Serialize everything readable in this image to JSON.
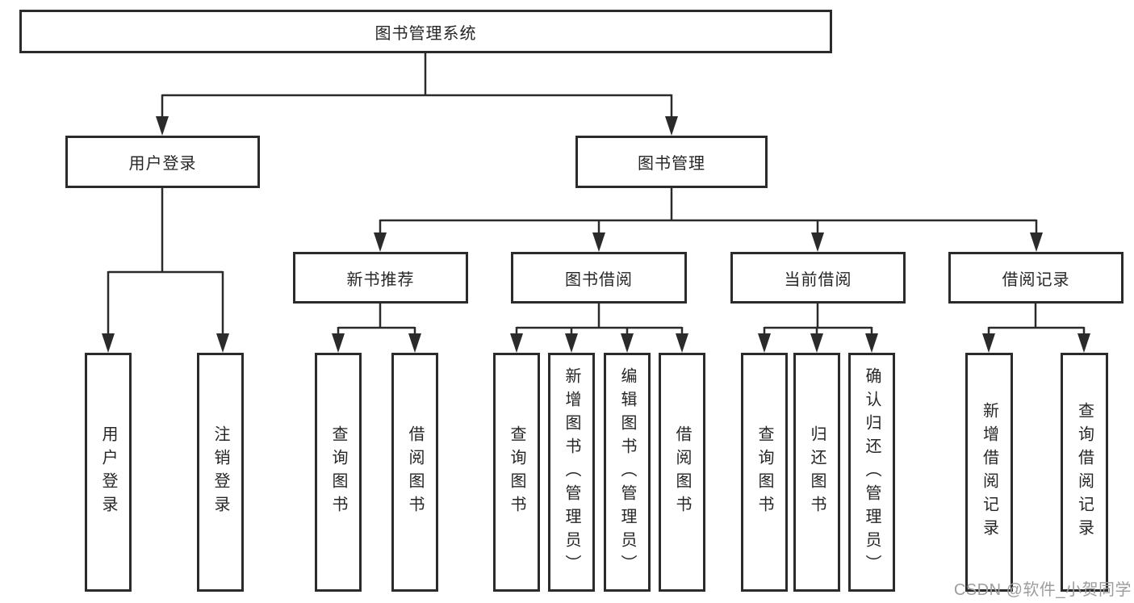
{
  "diagram": {
    "type": "tree",
    "title": "图书管理系统",
    "colors": {
      "background": "#ffffff",
      "line": "#2b2b2b",
      "box_border": "#2b2b2b",
      "text": "#262626",
      "watermark": "#9d9d9d"
    },
    "root": {
      "label": "图书管理系统"
    },
    "level2": [
      {
        "label": "用户登录"
      },
      {
        "label": "图书管理"
      }
    ],
    "level3": [
      {
        "label": "新书推荐",
        "parent": "图书管理"
      },
      {
        "label": "图书借阅",
        "parent": "图书管理"
      },
      {
        "label": "当前借阅",
        "parent": "图书管理"
      },
      {
        "label": "借阅记录",
        "parent": "图书管理"
      }
    ],
    "leaves": [
      {
        "label": "用户登录",
        "parent": "用户登录"
      },
      {
        "label": "注销登录",
        "parent": "用户登录"
      },
      {
        "label": "查询图书",
        "parent": "新书推荐"
      },
      {
        "label": "借阅图书",
        "parent": "新书推荐"
      },
      {
        "label": "查询图书",
        "parent": "图书借阅"
      },
      {
        "label": "新增图书（管理员）",
        "parent": "图书借阅"
      },
      {
        "label": "编辑图书（管理员）",
        "parent": "图书借阅"
      },
      {
        "label": "借阅图书",
        "parent": "图书借阅"
      },
      {
        "label": "查询图书",
        "parent": "当前借阅"
      },
      {
        "label": "归还图书",
        "parent": "当前借阅"
      },
      {
        "label": "确认归还（管理员）",
        "parent": "当前借阅"
      },
      {
        "label": "新增借阅记录",
        "parent": "借阅记录"
      },
      {
        "label": "查询借阅记录",
        "parent": "借阅记录"
      }
    ],
    "watermark": {
      "text": "CSDN @软件_小贺同学"
    }
  }
}
